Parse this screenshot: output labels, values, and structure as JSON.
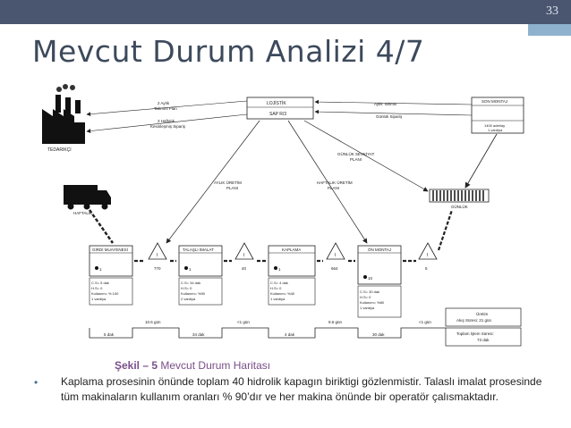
{
  "slide": {
    "page_number": "33",
    "title": "Mevcut Durum Analizi 4/7"
  },
  "caption": {
    "figure": "Şekil – 5",
    "text": "Mevcut Durum Haritası"
  },
  "body": {
    "bullet": "•",
    "paragraph": "Kaplama prosesinin önünde toplam 40 hidrolik kapagın biriktigi gözlenmistir. Talaslı imalat prosesinde tüm makinaların kullanım oranları % 90’dır ve her makina önünde bir operatör çalısmaktadır."
  },
  "diagram": {
    "supplier": "TEDARIKÇI",
    "supplier_ship": "HAFTALIK",
    "logistics": "LOJİSTİK",
    "logistics_sub": "SAP R/3",
    "customer": "SON MONTAJ",
    "customer_data": [
      "1400 adet/ay",
      "1 vardiya"
    ],
    "customer_ship": "GÜNLÜK",
    "info1": [
      "2 Aylık",
      "Tahmini Plan"
    ],
    "info2": [
      "3 Haftalık",
      "Kesinleşmiş Sipariş"
    ],
    "info3": "Aylık Tahmin",
    "info4": "Günlük Sipariş",
    "info5": [
      "GÜNLÜK SEVKİYAT",
      "PLANI"
    ],
    "info6": [
      "AYLIK ÜRETİM",
      "PLANI"
    ],
    "info7": [
      "HAFTALIK ÜRETİM",
      "PLANI"
    ],
    "processes": [
      {
        "name": "GİRDİ MUAYENESİ",
        "data": [
          "C.S= 5 dak",
          "H.S= 0",
          "Kullanım= % 100",
          "1 vardiya"
        ]
      },
      {
        "name": "TALAŞLI İMALAT",
        "data": [
          "C.S= 34 dak",
          "H.S= 0",
          "Kullanım= %90",
          "2 vardiya"
        ]
      },
      {
        "name": "KAPLAMA",
        "data": [
          "C.S= 4 dak",
          "H.S= 0",
          "Kullanım= %40",
          "1 vardiya"
        ]
      },
      {
        "name": "ÖN MONTAJ",
        "data": [
          "C.S= 30 dak",
          "H.S= 0",
          "Kullanım= %80",
          "1 vardiya"
        ]
      }
    ],
    "operator_counts": [
      "1",
      "1",
      "1",
      "10"
    ],
    "inventories": [
      "770",
      "40",
      "664",
      "5"
    ],
    "inventory_mark": "I",
    "waits": [
      "10.6 gün",
      "<1 gün",
      "9.6 gün",
      "<1 gün"
    ],
    "process_times": [
      "5 dak",
      "34 dak",
      "4 dak",
      "30 dak"
    ],
    "summary": [
      "Üretim",
      "Akış Süresi: 21 gün"
    ],
    "total": [
      "Toplam İşlem Süresi:",
      "73 dak"
    ]
  }
}
